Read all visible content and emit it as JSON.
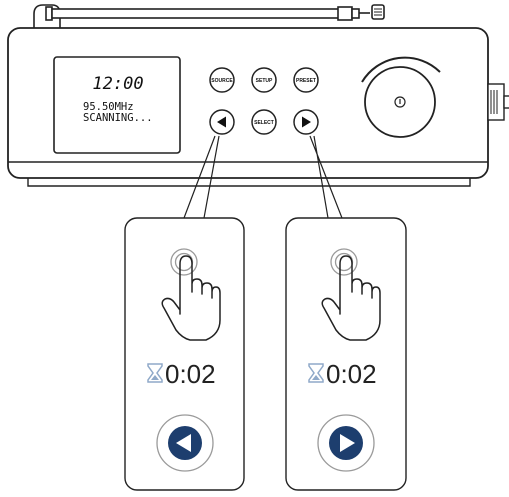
{
  "display": {
    "time": "12:00",
    "frequency": "95.50MHz",
    "status": "SCANNING..."
  },
  "buttons": {
    "source": "SOURCE",
    "setup": "SETUP",
    "preset": "PRESET",
    "select": "SELECT",
    "left": "◀",
    "right": "▶"
  },
  "panels": [
    {
      "hold_time": "0:02",
      "action": "previous"
    },
    {
      "hold_time": "0:02",
      "action": "next"
    }
  ],
  "colors": {
    "line": "#222222",
    "accent": "#1d3e6e",
    "hourglass": "#8fa9c9",
    "touch_ring": "#9a9a9a"
  },
  "icons": [
    "power-icon",
    "hourglass-icon",
    "finger-press-icon",
    "left-arrow-icon",
    "right-arrow-icon"
  ]
}
